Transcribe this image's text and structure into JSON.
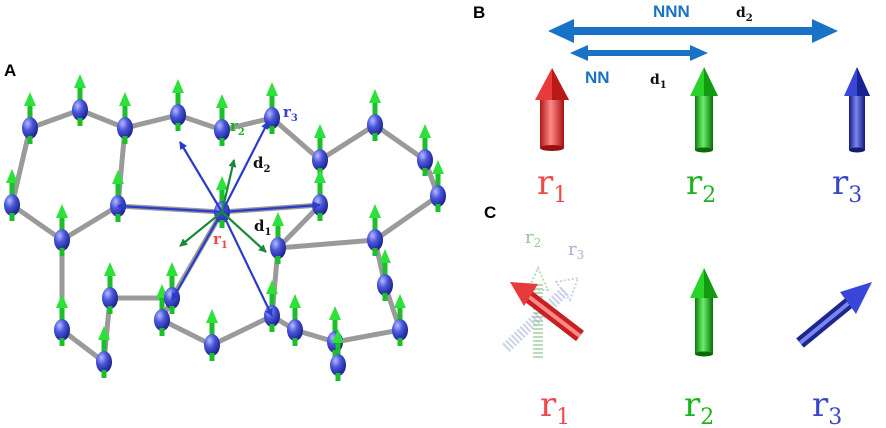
{
  "panels": {
    "a": {
      "label": "A"
    },
    "b": {
      "label": "B"
    },
    "c": {
      "label": "C"
    }
  },
  "lattice_labels": {
    "r1": "r",
    "r1_sub": "1",
    "r2": "r",
    "r2_sub": "2",
    "r3": "r",
    "r3_sub": "3",
    "d1": "d",
    "d1_sub": "1",
    "d2": "d",
    "d2_sub": "2"
  },
  "panel_b": {
    "nn_label": "NN",
    "nnn_label": "NNN",
    "d1": "d",
    "d1_sub": "1",
    "d2": "d",
    "d2_sub": "2",
    "sites": [
      {
        "name": "r",
        "sub": "1",
        "color": "#ef4a4a"
      },
      {
        "name": "r",
        "sub": "2",
        "color": "#1db31d"
      },
      {
        "name": "r",
        "sub": "3",
        "color": "#3a46c8"
      }
    ]
  },
  "panel_c": {
    "faded_r2": "r",
    "faded_r2_sub": "2",
    "faded_r3": "r",
    "faded_r3_sub": "3",
    "sites": [
      {
        "name": "r",
        "sub": "1",
        "color": "#ef4a4a"
      },
      {
        "name": "r",
        "sub": "2",
        "color": "#1db31d"
      },
      {
        "name": "r",
        "sub": "3",
        "color": "#3a46c8"
      }
    ]
  },
  "colors": {
    "red": "#ef4a4a",
    "green": "#1db31d",
    "blue": "#3a46c8",
    "arrow_blue": "#1a72c6",
    "bond": "#9a9a9a",
    "atom": "#4652d6",
    "spin": "#2ee03a"
  }
}
